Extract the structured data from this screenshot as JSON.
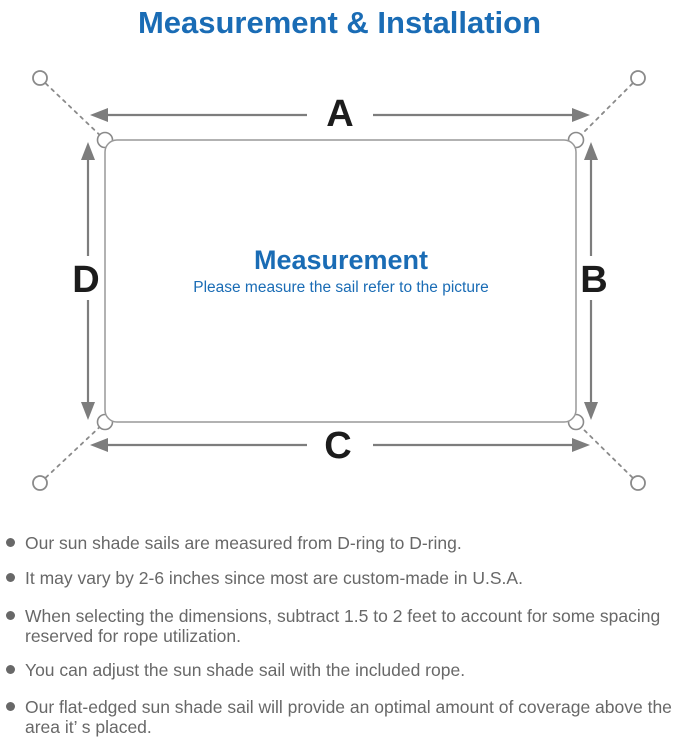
{
  "page": {
    "title": "Measurement & Installation"
  },
  "diagram": {
    "labels": {
      "top": "A",
      "right": "B",
      "bottom": "C",
      "left": "D"
    },
    "center": {
      "title": "Measurement",
      "subtitle": "Please measure the sail refer to the picture"
    }
  },
  "notes": {
    "items": [
      "Our sun shade sails are measured from D-ring to D-ring.",
      "It may vary by 2-6 inches since most are custom-made in U.S.A.",
      "When selecting the dimensions, subtract 1.5 to 2 feet to account for some spacing reserved for rope utilization.",
      "You can adjust the sun shade sail with the included rope.",
      "Our flat-edged sun shade sail will provide an optimal amount of coverage above the area it’ s placed."
    ]
  },
  "colors": {
    "accent": "#1a6cb5",
    "line_gray": "#8a8a8a",
    "arrow_gray": "#7d7d7d",
    "text_gray": "#686868",
    "label_black": "#1c1c1c"
  }
}
